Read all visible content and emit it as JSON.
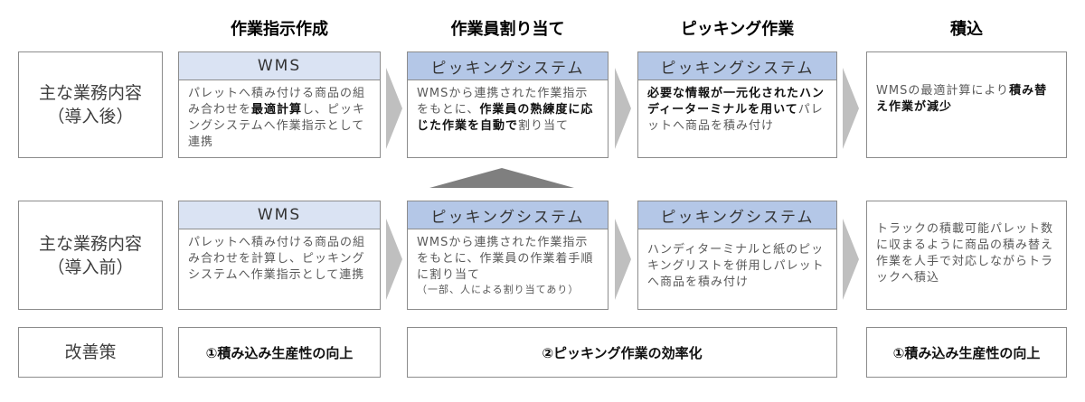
{
  "headers": [
    "作業指示作成",
    "作業員割り当て",
    "ピッキング作業",
    "積込"
  ],
  "row_labels": {
    "after": [
      "主な業務内容",
      "（導入後）"
    ],
    "before": [
      "主な業務内容",
      "（導入前）"
    ],
    "improve": "改善策"
  },
  "after": {
    "c1": {
      "title": "WMS",
      "text": [
        {
          "t": "パレットへ積み付ける商品の組み合わせを"
        },
        {
          "t": "最適計算",
          "b": true
        },
        {
          "t": "し、ピッキングシステムへ作業指示として連携"
        }
      ]
    },
    "c2": {
      "title": "ピッキングシステム",
      "text": [
        {
          "t": "WMSから連携された作業指示をもとに、"
        },
        {
          "t": "作業員の熟練度に応じた作業を自動で",
          "b": true
        },
        {
          "t": "割り当て"
        }
      ]
    },
    "c3": {
      "title": "ピッキングシステム",
      "text": [
        {
          "t": "必要な情報が一元化されたハンディーターミナルを用いて",
          "b": true
        },
        {
          "t": "パレットへ商品を積み付け"
        }
      ]
    },
    "c4": {
      "text": [
        {
          "t": "WMSの最適計算により"
        },
        {
          "t": "積み替え作業が減少",
          "b": true
        }
      ]
    }
  },
  "before": {
    "c1": {
      "title": "WMS",
      "text": [
        {
          "t": "パレットへ積み付ける商品の組み合わせを計算し、ピッキングシステムへ作業指示として連携"
        }
      ]
    },
    "c2": {
      "title": "ピッキングシステム",
      "text": [
        {
          "t": "WMSから連携された作業指示をもとに、作業員の作業着手順に割り当て"
        }
      ],
      "note": "（一部、人による割り当てあり）"
    },
    "c3": {
      "title": "ピッキングシステム",
      "text": [
        {
          "t": "ハンディターミナルと紙のピッキングリストを併用しパレットへ商品を積み付け"
        }
      ]
    },
    "c4": {
      "text": [
        {
          "t": "トラックの積載可能パレット数に収まるように商品の積み替え作業を人手で対応しながらトラックへ積込"
        }
      ]
    }
  },
  "improvements": [
    "①積み込み生産性の向上",
    "②ピッキング作業の効率化",
    "①積み込み生産性の向上"
  ]
}
